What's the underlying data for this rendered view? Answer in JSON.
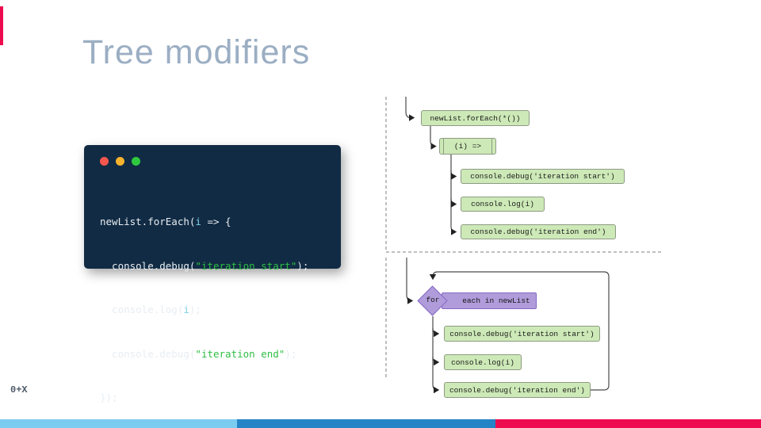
{
  "slide": {
    "title": "Tree modifiers",
    "footer_logo": "0+X"
  },
  "colors": {
    "title_text": "#9BAEC3",
    "accent_red": "#EE0A4F",
    "bar_light_blue": "#7CCBF1",
    "bar_blue": "#2484C6",
    "code_background": "#112B44",
    "code_string_green": "#2FBE44",
    "code_variable_cyan": "#7FD1E8",
    "diagram_node_green": "#CDE9B7",
    "diagram_node_purple": "#B19CDB"
  },
  "code_window": {
    "line1_a": "newList.forEach(",
    "line1_b": "i",
    "line1_c": " => {",
    "line2_a": "  console.debug(",
    "line2_b": "\"iteration start\"",
    "line2_c": ");",
    "line3_a": "  console.log(",
    "line3_b": "i",
    "line3_c": ");",
    "line4_a": "  console.debug(",
    "line4_b": "\"iteration end\"",
    "line4_c": ");",
    "line5": "});"
  },
  "ast_diagram": {
    "root": "newList.forEach(*())",
    "subroutine": "(i) =>",
    "children": [
      "console.debug('iteration start')",
      "console.log(i)",
      "console.debug('iteration end')"
    ]
  },
  "flow_diagram": {
    "loop_keyword": "for",
    "loop_condition": "each in newList",
    "steps": [
      "console.debug('iteration start')",
      "console.log(i)",
      "console.debug('iteration end')"
    ]
  }
}
